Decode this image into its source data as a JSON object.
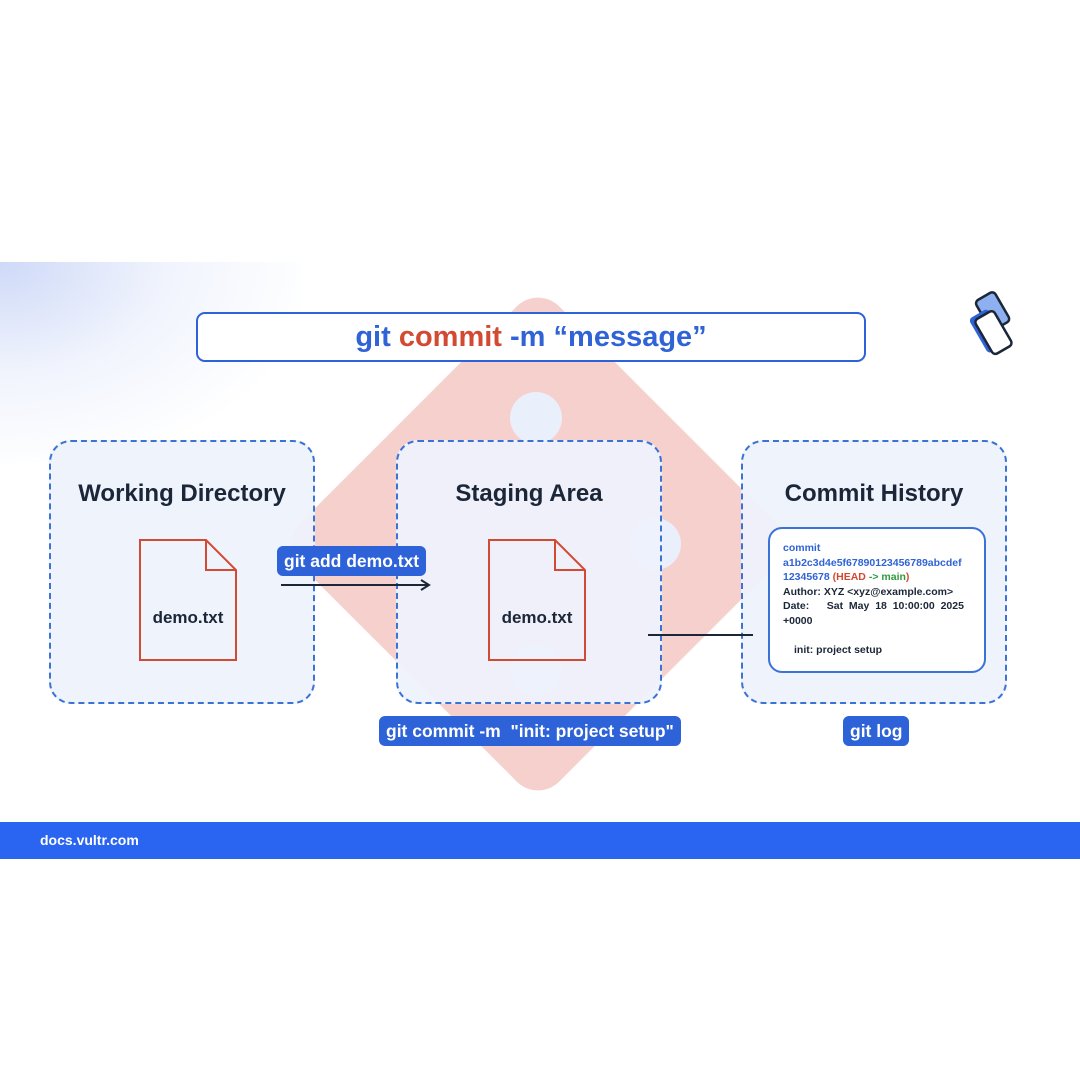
{
  "command": {
    "git": "git",
    "commit": "commit",
    "flag": "-m",
    "message": "“message”"
  },
  "panels": [
    {
      "title": "Working Directory",
      "file_name": "demo.txt"
    },
    {
      "title": "Staging Area",
      "file_name": "demo.txt"
    },
    {
      "title": "Commit History"
    }
  ],
  "commit_log": {
    "label": "commit",
    "hash_line1": "a1b2c3d4e5f67890123456789abcdef",
    "hash_line2": "12345678",
    "ref_open": "(",
    "ref_head": "HEAD",
    "ref_arrow": "->",
    "ref_main": "main",
    "ref_close": ")",
    "author": "Author: XYZ <xyz@example.com>",
    "date": "Date:      Sat  May  18  10:00:00  2025",
    "tz": "+0000",
    "message": "init: project setup"
  },
  "labels": {
    "git_add": "git add demo.txt",
    "git_commit": "git commit -m  \"init: project setup\"",
    "git_log": "git log"
  },
  "footer": {
    "text": "docs.vultr.com"
  },
  "icons": {
    "background": "git-logo-icon",
    "brand": "vultr-logo-icon",
    "file": "file-icon"
  },
  "colors": {
    "accent_blue": "#2f63d6",
    "accent_red": "#d24a32",
    "footer_blue": "#2a65f1",
    "git_logo_bg": "#f6d0cd",
    "ref_green": "#2f9a3a"
  }
}
